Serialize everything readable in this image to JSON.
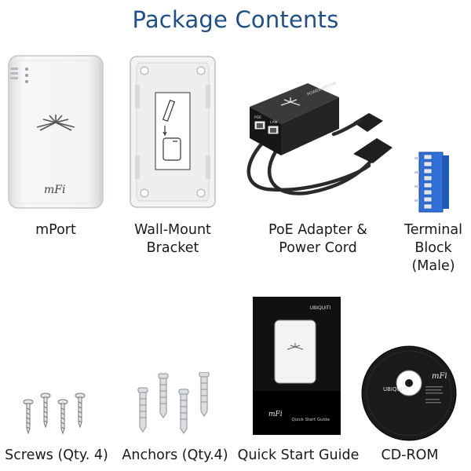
{
  "page": {
    "title": "Package Contents"
  },
  "items": [
    {
      "id": "mport",
      "label_lines": [
        "mPort"
      ]
    },
    {
      "id": "wall-mount-bracket",
      "label_lines": [
        "Wall-Mount",
        "Bracket"
      ]
    },
    {
      "id": "poe-adapter",
      "label_lines": [
        "PoE Adapter &",
        "Power Cord"
      ],
      "port_labels": [
        "POE",
        "LAN"
      ],
      "brand_text": "POWER MPOWR"
    },
    {
      "id": "terminal-block",
      "label_lines": [
        "Terminal",
        "Block",
        "(Male)"
      ]
    },
    {
      "id": "screws",
      "label_lines": [
        "Screws (Qty. 4)"
      ]
    },
    {
      "id": "anchors",
      "label_lines": [
        "Anchors (Qty.4)"
      ]
    },
    {
      "id": "quick-start-guide",
      "label_lines": [
        "Quick Start Guide"
      ],
      "brand_text": "UBIQUITI",
      "footer_text": "Quick Start Guide",
      "logo_text": "mFi"
    },
    {
      "id": "cd-rom",
      "label_lines": [
        "CD-ROM"
      ],
      "brand_text": "UBIQUITI",
      "logo_text": "mFi"
    }
  ],
  "device": {
    "logo_text": "mFi"
  },
  "colors": {
    "title": "#1d4f8a",
    "terminal_block": "#2f6fd6",
    "adapter": "#1c1c1c",
    "cord": "#2a2a2a"
  },
  "icons": [
    "ubiquiti-logo-icon",
    "mfi-logo-icon",
    "led-indicator-icon"
  ]
}
